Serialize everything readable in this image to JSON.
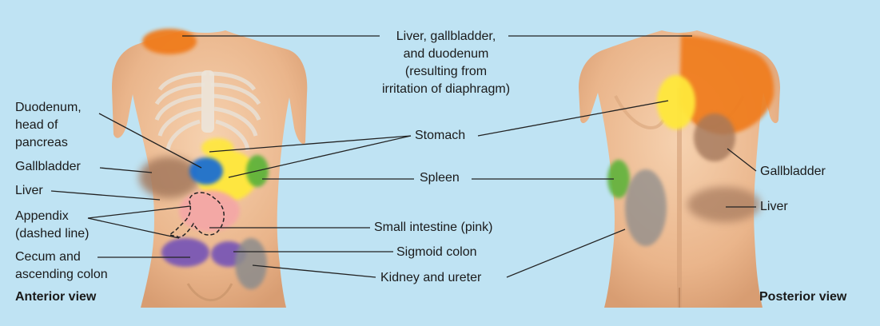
{
  "colors": {
    "background": "#bfe3f3",
    "skin": "#f0c39b",
    "skin_shadow": "#d9a57c",
    "liver_gallbladder": "#a4785c",
    "referred_shoulder": "#f07b1f",
    "stomach": "#ffe83a",
    "duodenum_pancreas": "#1f6fd1",
    "spleen": "#5fb33a",
    "small_intestine": "#f4a7a6",
    "colon": "#7a58b5",
    "kidney_ureter": "#8c8c8c"
  },
  "labels": {
    "liver_gallbladder_duodenum": "Liver, gallbladder,",
    "liver_gallbladder_duodenum_2": "and duodenum",
    "liver_gallbladder_duodenum_3": "(resulting from",
    "liver_gallbladder_duodenum_4": "irritation of diaphragm)",
    "duodenum_1": "Duodenum,",
    "duodenum_2": "head of",
    "duodenum_3": "pancreas",
    "gallbladder_anterior": "Gallbladder",
    "liver_anterior": "Liver",
    "appendix_1": "Appendix",
    "appendix_2": "(dashed line)",
    "cecum_1": "Cecum and",
    "cecum_2": "ascending colon",
    "anterior_view": "Anterior view",
    "stomach": "Stomach",
    "spleen": "Spleen",
    "small_intestine": "Small intestine (pink)",
    "sigmoid_colon": "Sigmoid colon",
    "kidney_ureter": "Kidney and ureter",
    "gallbladder_posterior": "Gallbladder",
    "liver_posterior": "Liver",
    "posterior_view": "Posterior view"
  }
}
